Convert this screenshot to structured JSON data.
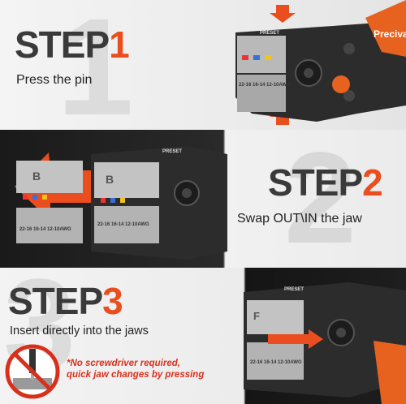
{
  "steps": [
    {
      "word": "STEP",
      "number": "1",
      "caption": "Press the pin"
    },
    {
      "word": "STEP",
      "number": "2",
      "caption": "Swap OUT\\IN the jaw"
    },
    {
      "word": "STEP",
      "number": "3",
      "caption": "Insert directly into the jaws"
    }
  ],
  "background_numbers": [
    "1",
    "2",
    "3"
  ],
  "note": {
    "line1": "*No screwdriver required,",
    "line2": "quick jaw changes by pressing"
  },
  "tool": {
    "brand": "Preciva",
    "preset_label": "PRESET",
    "die_label": "22-16 16-14 12-10AWG",
    "jaw_letter": "B",
    "jaw_letter_step3": "F"
  },
  "prohibited_icon": "no-screwdriver-icon",
  "colors": {
    "accent": "#ea4e1e",
    "heading": "#3a3a3a",
    "note": "#d9301c",
    "tool_body": "#2c2c2c",
    "tool_metal": "#b9b9b9",
    "tool_handle": "#e8621f"
  }
}
